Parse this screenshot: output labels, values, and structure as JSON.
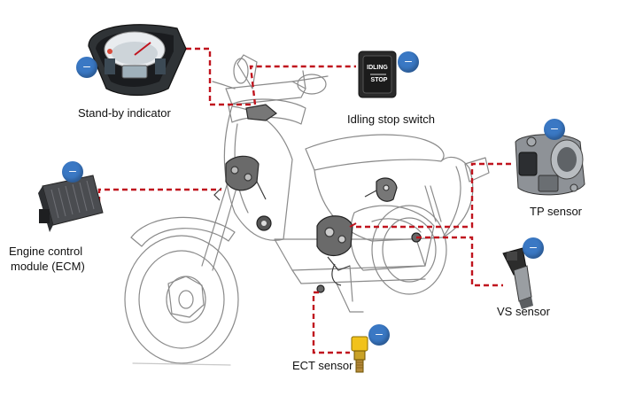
{
  "labels": {
    "standby": "Stand-by indicator",
    "idling": "Idling stop switch",
    "tp": "TP sensor",
    "ecm_line1": "Engine control",
    "ecm_line2": "module (ECM)",
    "vs": "VS sensor",
    "ect": "ECT sensor"
  },
  "switch_text": {
    "line1": "IDLING",
    "line2": "STOP"
  },
  "badge_glyph": "–",
  "colors": {
    "connector": "#c0141e",
    "badge": "#3a78c4",
    "outline": "#8a8a8a"
  }
}
